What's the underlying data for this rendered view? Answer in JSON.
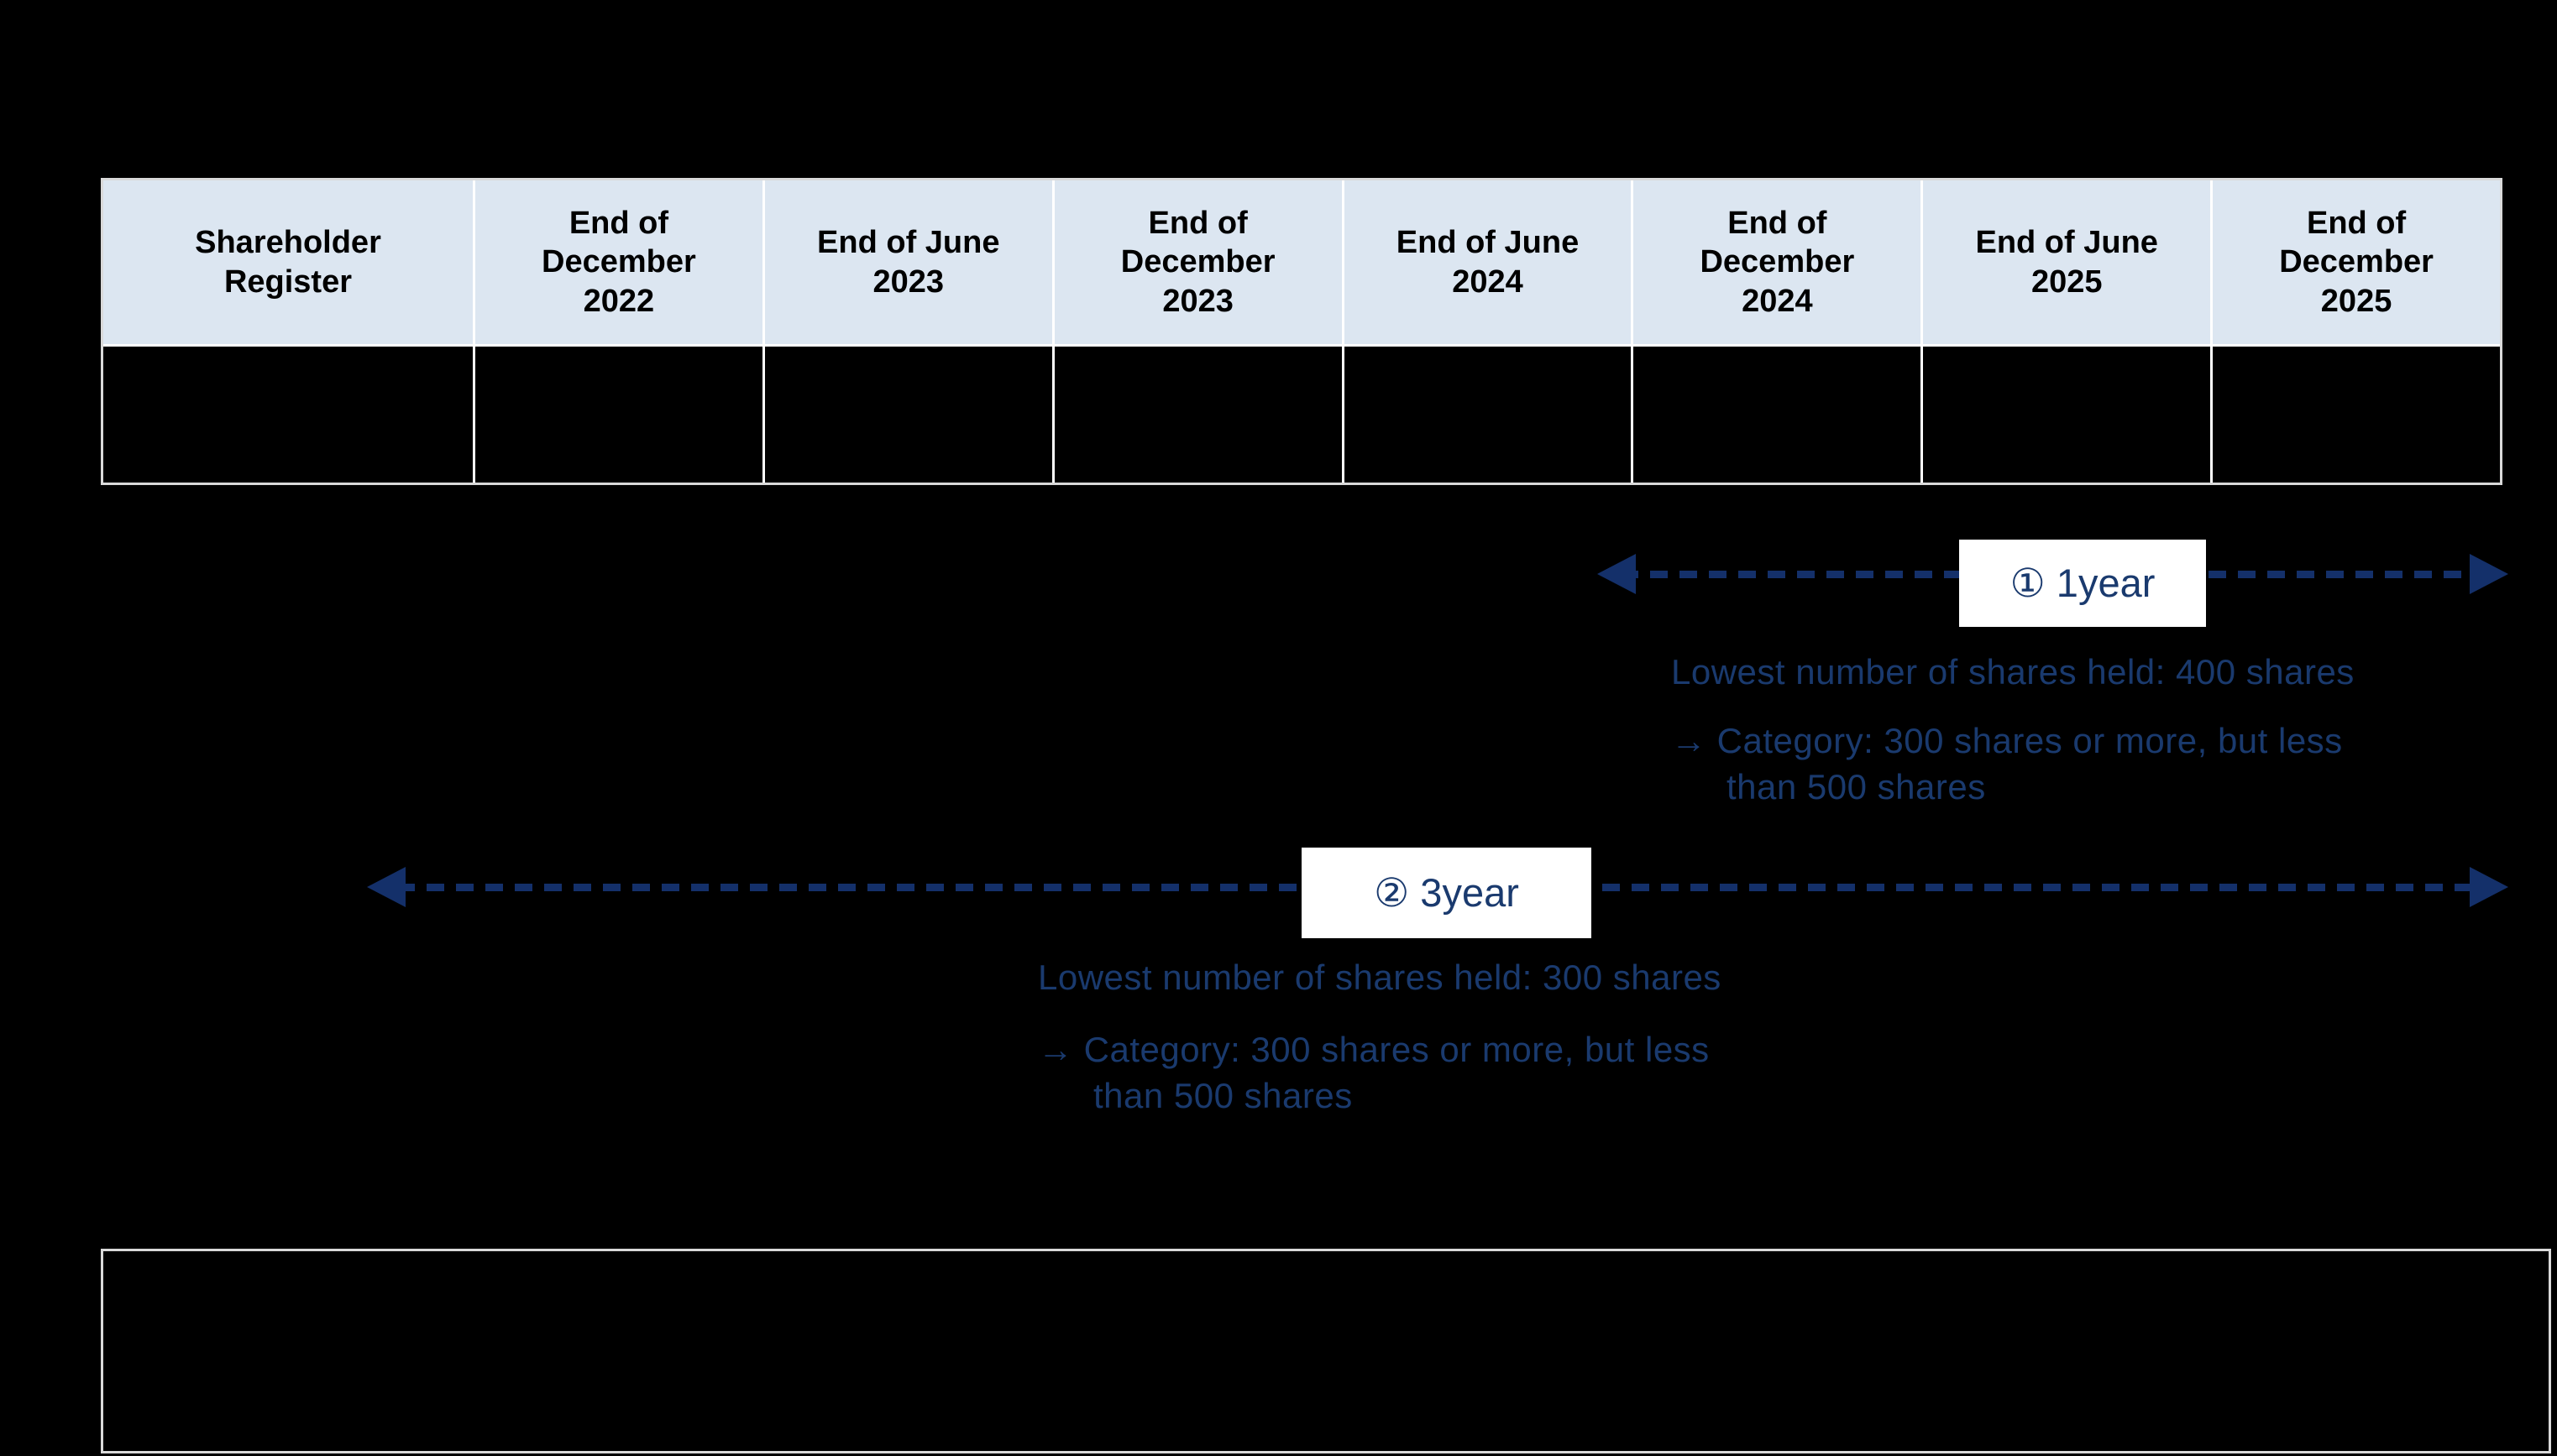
{
  "colors": {
    "page_bg": "#000000",
    "header_bg": "#dce6f1",
    "header_text": "#000000",
    "grid_inner": "#ffffff",
    "grid_outer": "#d9d9d9",
    "arrow_navy": "#14306a",
    "annotation_navy": "#1a3a6e",
    "label_box_bg": "#ffffff"
  },
  "table": {
    "columns": [
      "Shareholder\nRegister",
      "End of\nDecember\n2022",
      "End of June\n2023",
      "End of\nDecember\n2023",
      "End of June\n2024",
      "End of\nDecember\n2024",
      "End of June\n2025",
      "End of\nDecember\n2025"
    ],
    "body_row": [
      "",
      "",
      "",
      "",
      "",
      "",
      "",
      ""
    ]
  },
  "periods": [
    {
      "label": "① 1year",
      "lowest": "Lowest number of shares held: 400 shares",
      "category": "→ Category: 300 shares or more, but less\nthan 500 shares"
    },
    {
      "label": "② 3year",
      "lowest": "Lowest number of shares held: 300 shares",
      "category": "→ Category: 300 shares or more, but less\nthan 500 shares"
    }
  ]
}
